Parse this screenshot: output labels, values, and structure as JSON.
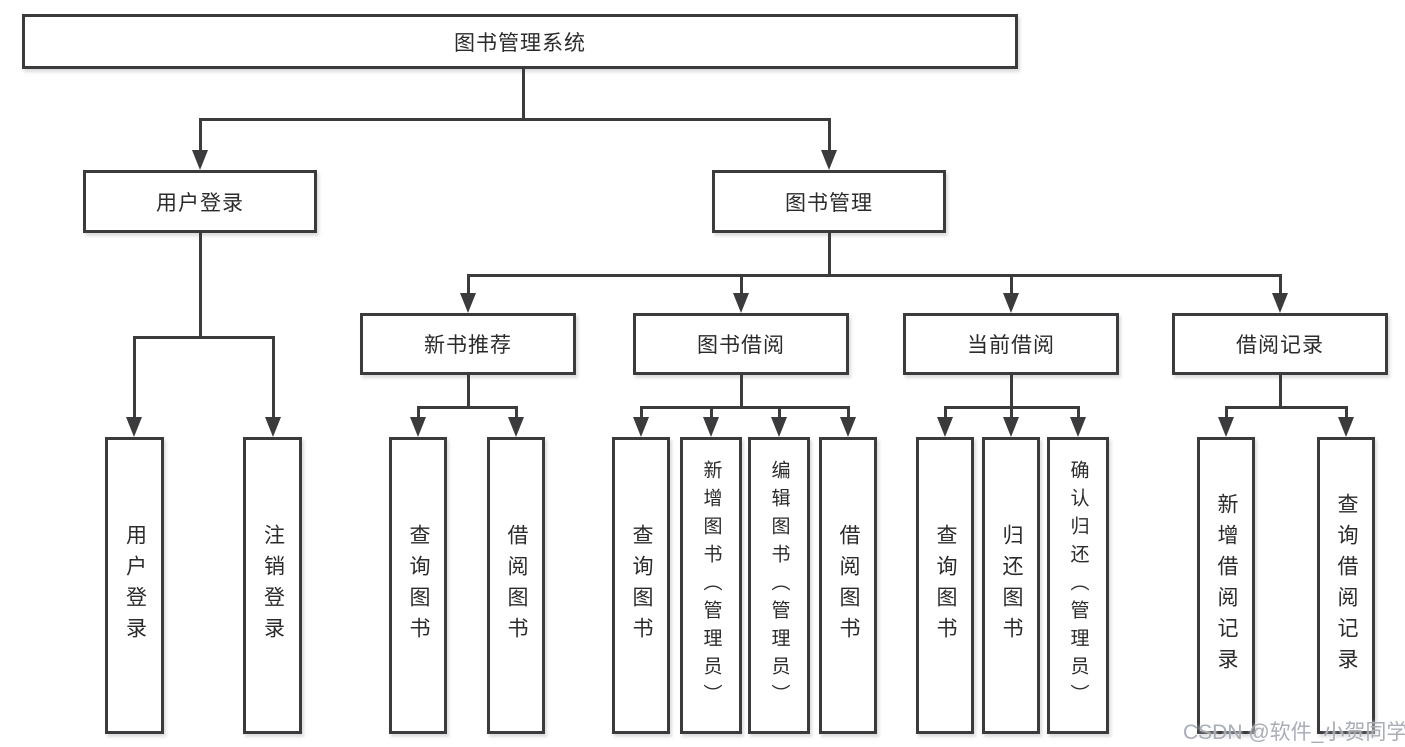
{
  "colors": {
    "line": "#3b3b3d",
    "text": "#2b2b2d",
    "box_fill": "#ffffff",
    "page_background": "#ffffff",
    "watermark": "#a8adb7"
  },
  "nodes": {
    "root": {
      "label": "图书管理系统"
    },
    "level2": [
      {
        "label": "用户登录"
      },
      {
        "label": "图书管理"
      }
    ],
    "level3": [
      {
        "label": "新书推荐",
        "parent": "图书管理"
      },
      {
        "label": "图书借阅",
        "parent": "图书管理"
      },
      {
        "label": "当前借阅",
        "parent": "图书管理"
      },
      {
        "label": "借阅记录",
        "parent": "图书管理"
      }
    ],
    "leaves": [
      {
        "label": "用户登录",
        "parent": "用户登录"
      },
      {
        "label": "注销登录",
        "parent": "用户登录"
      },
      {
        "label": "查询图书",
        "parent": "新书推荐"
      },
      {
        "label": "借阅图书",
        "parent": "新书推荐"
      },
      {
        "label": "查询图书",
        "parent": "图书借阅"
      },
      {
        "label": "新增图书（管理员）",
        "parent": "图书借阅"
      },
      {
        "label": "编辑图书（管理员）",
        "parent": "图书借阅"
      },
      {
        "label": "借阅图书",
        "parent": "图书借阅"
      },
      {
        "label": "查询图书",
        "parent": "当前借阅"
      },
      {
        "label": "归还图书",
        "parent": "当前借阅"
      },
      {
        "label": "确认归还（管理员）",
        "parent": "当前借阅"
      },
      {
        "label": "新增借阅记录",
        "parent": "借阅记录"
      },
      {
        "label": "查询借阅记录",
        "parent": "借阅记录"
      }
    ]
  },
  "watermark": {
    "text": "CSDN @软件_小贺同学"
  }
}
